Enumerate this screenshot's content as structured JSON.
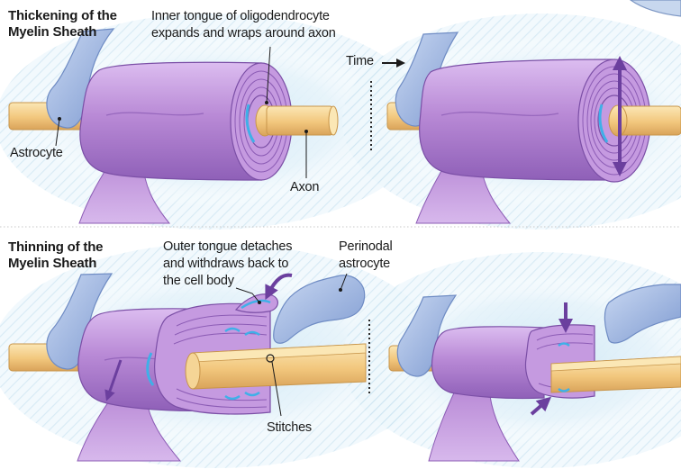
{
  "colors": {
    "myelin": "#b98ad6",
    "myelin_dark": "#8c5cb5",
    "myelin_light": "#dbbdee",
    "axon": "#f2c77d",
    "axon_light": "#fbe7b5",
    "astrocyte": "#a9bfe6",
    "tongue": "#3fb0e8",
    "arrow": "#6b3f9e",
    "background_glow": "#d7ecf6"
  },
  "panels": {
    "top": {
      "title_line1": "Thickening of the",
      "title_line2": "Myelin Sheath",
      "inner_tongue_line1": "Inner tongue of oligodendrocyte",
      "inner_tongue_line2": "expands and wraps around axon",
      "time_label": "Time",
      "astrocyte_label": "Astrocyte",
      "axon_label": "Axon"
    },
    "bottom": {
      "title_line1": "Thinning of the",
      "title_line2": "Myelin Sheath",
      "outer_tongue_line1": "Outer tongue detaches",
      "outer_tongue_line2": "and withdraws back to",
      "outer_tongue_line3": "the cell body",
      "perinodal_line1": "Perinodal",
      "perinodal_line2": "astrocyte",
      "stitches_label": "Stitches"
    }
  }
}
